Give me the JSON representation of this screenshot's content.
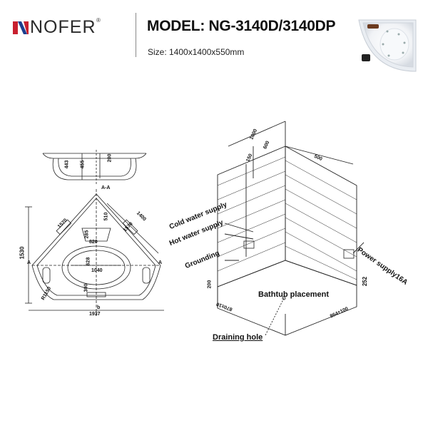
{
  "header": {
    "brand": "NOFER",
    "brand_mark": "®",
    "model": "MODEL: NG-3140D/3140DP",
    "size": "Size: 1400x1400x550mm"
  },
  "colors": {
    "logo_red": "#c8202f",
    "logo_blue": "#1d3f8f",
    "line": "#222222"
  },
  "plan_view": {
    "dims": {
      "d443": "443",
      "d455": "455",
      "d200": "200",
      "section": "A-A",
      "d1400": "1400",
      "d1570a": "1570",
      "d1570b": "1570",
      "d510": "510",
      "d285": "285",
      "d820": "820",
      "d1530": "1530",
      "d628": "628",
      "d1040": "1040",
      "a_left": "A",
      "a_right": "A",
      "d300": "300",
      "r1150": "R1150",
      "b_label": "b",
      "d1937": "1937"
    }
  },
  "install_view": {
    "dims": {
      "d1000": "1000",
      "d600": "600",
      "d150": "150",
      "d500": "500",
      "d252": "252",
      "d200": "200",
      "d870": "870±10",
      "d864": "864±100"
    },
    "labels": {
      "cold_water": "Cold water supply",
      "hot_water": "Hot water supply",
      "grounding": "Grounding",
      "power": "Power supply16A",
      "placement": "Bathtub placement",
      "drain": "Draining hole"
    }
  }
}
